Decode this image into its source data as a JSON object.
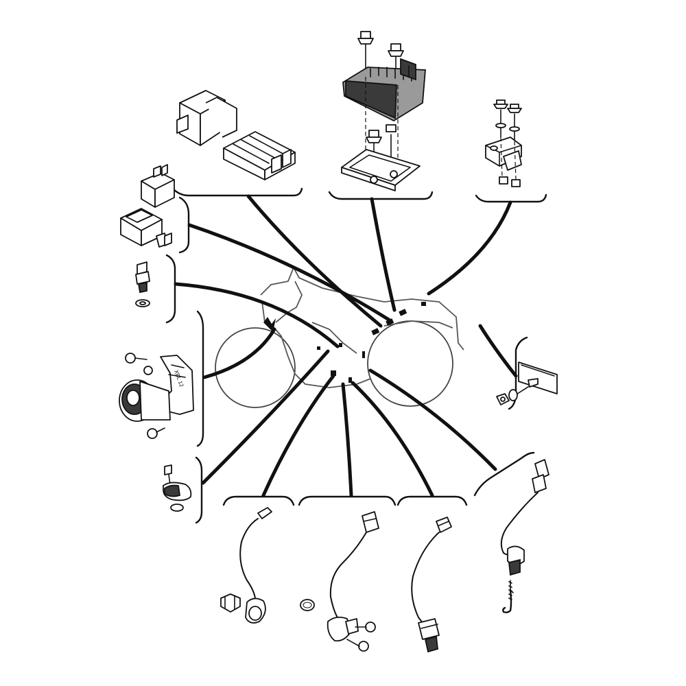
{
  "diagram": {
    "kind": "motorcycle-electrical-components-exploded-view",
    "parts": [
      {
        "id": "relay-connector-pair",
        "icon": "connector-icon"
      },
      {
        "id": "rectifier-regulator",
        "icon": "regulator-icon"
      },
      {
        "id": "connector-bracket",
        "icon": "bracket-icon"
      },
      {
        "id": "flasher-relay",
        "icon": "relay-icon"
      },
      {
        "id": "temperature-sensor",
        "icon": "sensor-icon"
      },
      {
        "id": "horn-assembly",
        "icon": "horn-icon"
      },
      {
        "id": "plate-light-bracket",
        "icon": "plate-icon"
      },
      {
        "id": "pressure-switch",
        "icon": "switch-icon"
      },
      {
        "id": "knock-sensor",
        "icon": "sensor-icon"
      },
      {
        "id": "speed-sensor",
        "icon": "sensor-icon"
      },
      {
        "id": "oxygen-sensor",
        "icon": "sensor-icon"
      },
      {
        "id": "rear-brake-light-switch",
        "icon": "switch-icon"
      }
    ],
    "horn_label": "XBL 12"
  }
}
